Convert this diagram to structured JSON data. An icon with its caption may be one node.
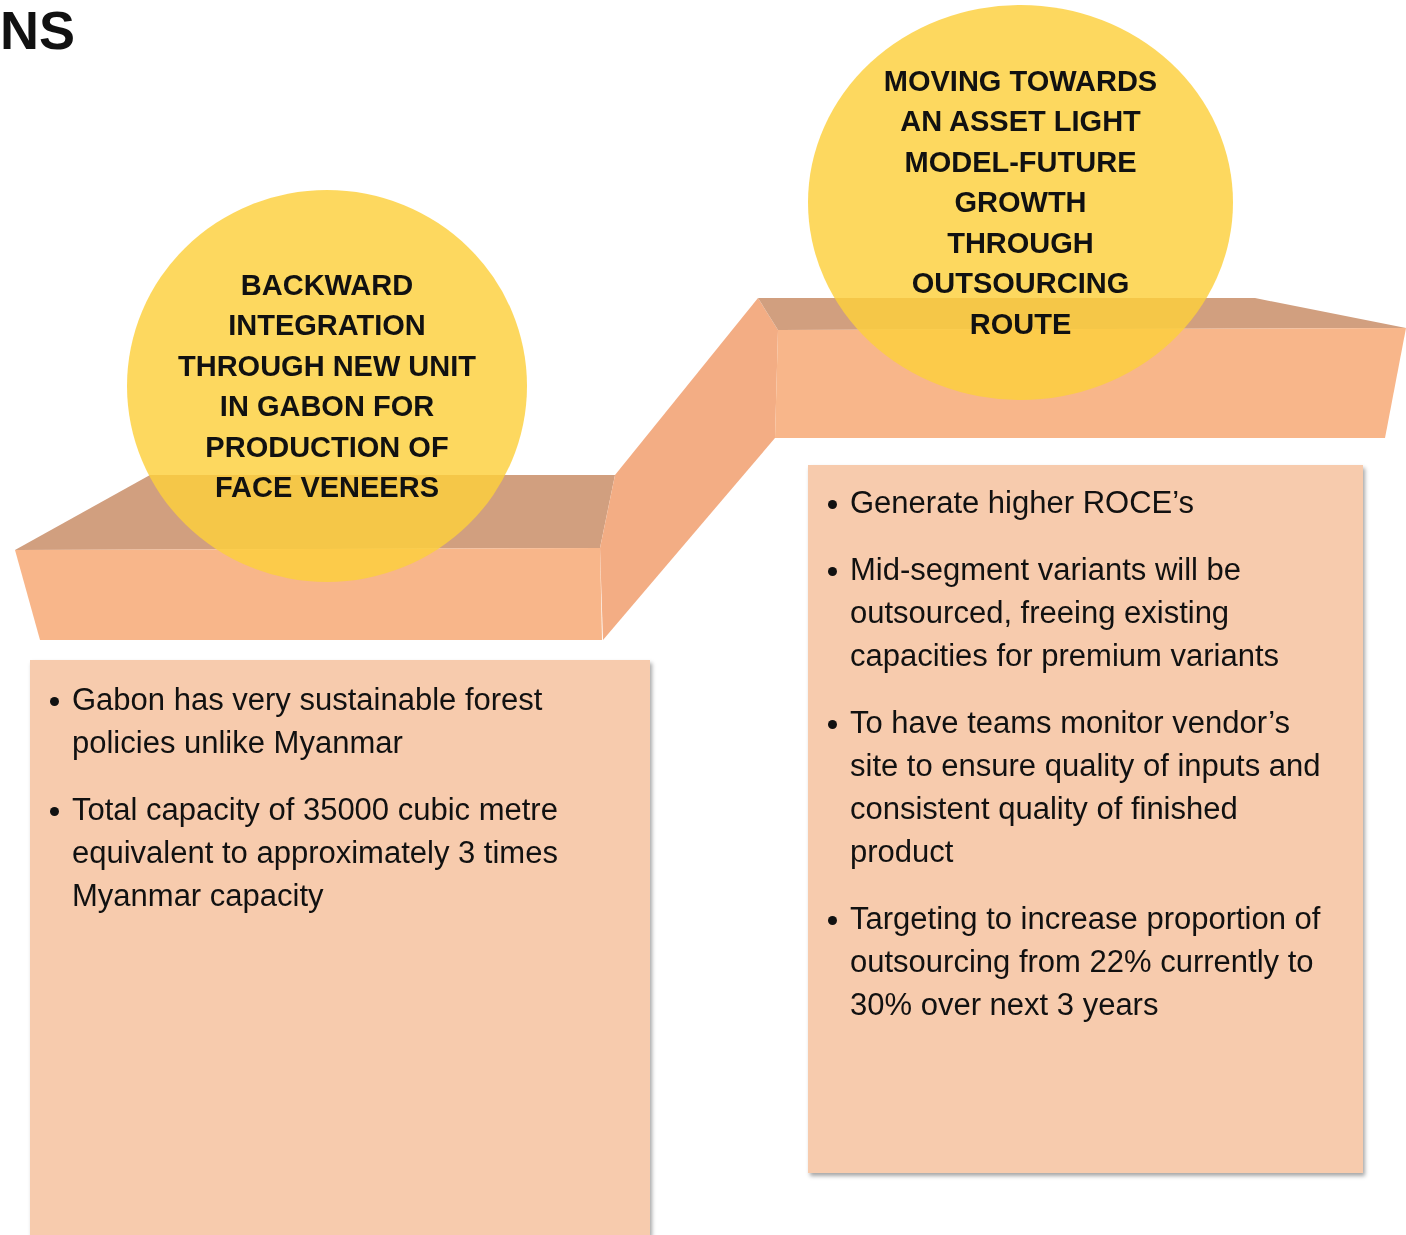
{
  "diagram": {
    "title": "NS",
    "nodes": [
      {
        "text": [
          "BACKWARD INTEGRATION THROUGH NEW UNIT IN GABON FOR PRODUCTION OF FACE VENEERS"
        ]
      },
      {
        "text": [
          "MOVING TOWARDS AN ASSET LIGHT MODEL-FUTURE GROWTH THROUGH OUTSOURCING ROUTE"
        ]
      },
      {
        "text": [
          "Gabon has very sustainable forest policies unlike Myanmar",
          "Total capacity of 35000 cubic metre equivalent to approximately 3 times Myanmar capacity"
        ]
      },
      {
        "text": [
          "Generate higher ROCE’s",
          "Mid-segment variants will be outsourced, freeing existing capacities for premium variants",
          "To have teams monitor vendor’s site to ensure quality of inputs and consistent quality of finished product",
          "Targeting to increase proportion of outsourcing from 22% currently to 30% over next 3 years"
        ]
      }
    ],
    "edges": []
  }
}
